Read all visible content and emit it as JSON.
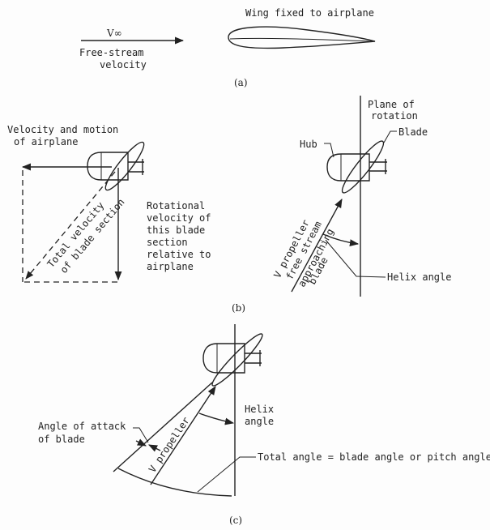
{
  "panel_a": {
    "title": "Wing fixed to airplane",
    "v_inf": "V∞",
    "free_stream_1": "Free-stream",
    "free_stream_2": "velocity",
    "caption": "(a)"
  },
  "panel_b": {
    "velocity_motion_1": "Velocity and motion",
    "velocity_motion_2": "of airplane",
    "total_velocity_1": "Total velocity",
    "total_velocity_2": "of blade section",
    "rotational_lines": [
      "Rotational",
      "velocity of",
      "this blade",
      "section",
      "relative to",
      "airplane"
    ],
    "plane_rotation_1": "Plane of",
    "plane_rotation_2": "rotation",
    "hub": "Hub",
    "blade": "Blade",
    "v_prop_1": "V propeller",
    "v_prop_2": "free stream",
    "v_prop_3": "approaching",
    "v_prop_4": "blade",
    "helix_angle": "Helix angle",
    "caption": "(b)"
  },
  "panel_c": {
    "angle_attack_1": "Angle of attack",
    "angle_attack_2": "of blade",
    "v_prop": "V propeller",
    "helix_1": "Helix",
    "helix_2": "angle",
    "total_angle": "Total angle = blade angle or pitch angle",
    "caption": "(c)"
  }
}
